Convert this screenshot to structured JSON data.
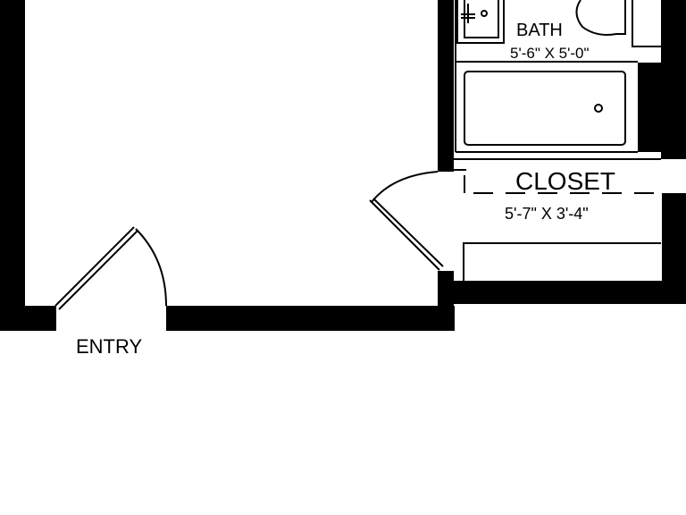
{
  "rooms": {
    "bath": {
      "name": "BATH",
      "dimensions": "5'-6\" X 5'-0\""
    },
    "closet": {
      "name": "CLOSET",
      "dimensions": "5'-7\" X 3'-4\""
    }
  },
  "entry": {
    "label": "ENTRY"
  },
  "colors": {
    "wall": "#000000",
    "background": "#ffffff",
    "fixture_stroke": "#000000"
  }
}
